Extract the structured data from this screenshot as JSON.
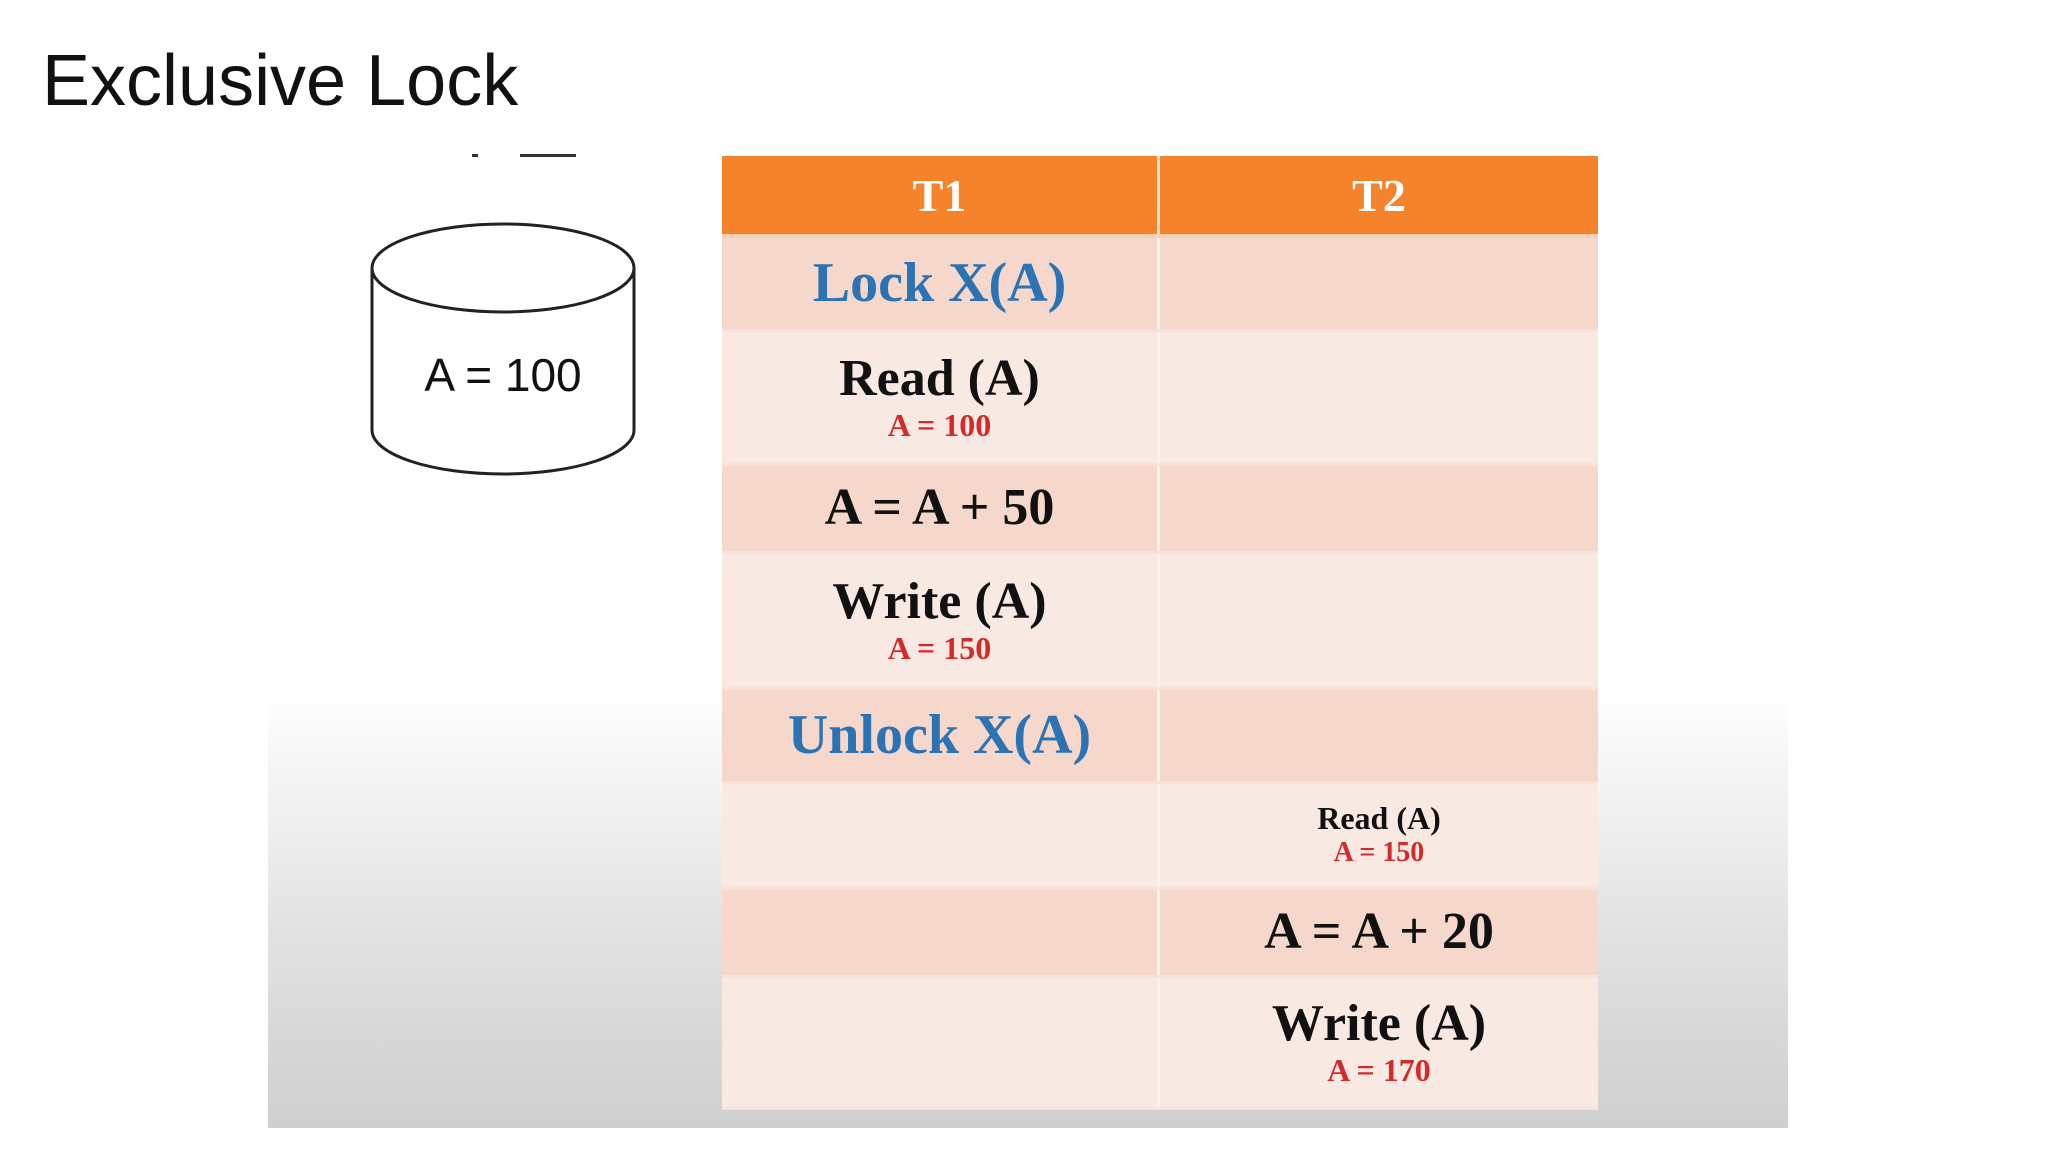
{
  "title": "Exclusive Lock",
  "database": {
    "label": "A = 100"
  },
  "table": {
    "headers": [
      "T1",
      "T2"
    ],
    "rows": [
      {
        "t1": {
          "op": "Lock X(A)",
          "sub": ""
        },
        "t2": {
          "op": "",
          "sub": ""
        }
      },
      {
        "t1": {
          "op": "Read (A)",
          "sub": "A = 100"
        },
        "t2": {
          "op": "",
          "sub": ""
        }
      },
      {
        "t1": {
          "op": "A = A + 50",
          "sub": ""
        },
        "t2": {
          "op": "",
          "sub": ""
        }
      },
      {
        "t1": {
          "op": "Write (A)",
          "sub": "A = 150"
        },
        "t2": {
          "op": "",
          "sub": ""
        }
      },
      {
        "t1": {
          "op": "Unlock X(A)",
          "sub": ""
        },
        "t2": {
          "op": "",
          "sub": ""
        }
      },
      {
        "t1": {
          "op": "",
          "sub": ""
        },
        "t2": {
          "op": "Read (A)",
          "sub": "A = 150"
        }
      },
      {
        "t1": {
          "op": "",
          "sub": ""
        },
        "t2": {
          "op": "A = A + 20",
          "sub": ""
        }
      },
      {
        "t1": {
          "op": "",
          "sub": ""
        },
        "t2": {
          "op": "Write (A)",
          "sub": "A = 170"
        }
      }
    ]
  },
  "colors": {
    "header_bg": "#f5832b",
    "lock_text": "#2c73b3",
    "value_text": "#d42a2a"
  }
}
